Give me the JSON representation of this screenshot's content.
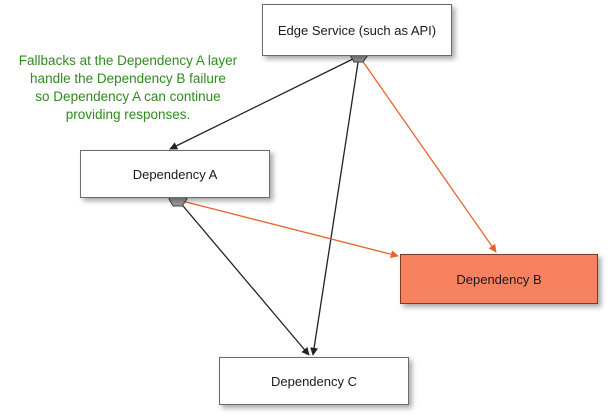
{
  "nodes": {
    "edge_service": "Edge Service (such as API)",
    "dependency_a": "Dependency A",
    "dependency_b": "Dependency B",
    "dependency_c": "Dependency C"
  },
  "annotation": {
    "lines": [
      "Fallbacks at the Dependency A layer",
      "handle the Dependency B failure",
      "so Dependency A can continue",
      "providing responses."
    ]
  },
  "colors": {
    "failed_node_fill": "#f6825f",
    "failure_arrow": "#e8632c",
    "normal_arrow": "#222222",
    "annotation_text": "#2f8a1f",
    "connector_dot": "#9a9a9a"
  },
  "connections": [
    {
      "from": "edge_service",
      "to": "dependency_a",
      "status": "ok"
    },
    {
      "from": "edge_service",
      "to": "dependency_c",
      "status": "ok"
    },
    {
      "from": "edge_service",
      "to": "dependency_b",
      "status": "failed"
    },
    {
      "from": "dependency_a",
      "to": "dependency_b",
      "status": "failed"
    },
    {
      "from": "dependency_a",
      "to": "dependency_c",
      "status": "ok"
    }
  ]
}
